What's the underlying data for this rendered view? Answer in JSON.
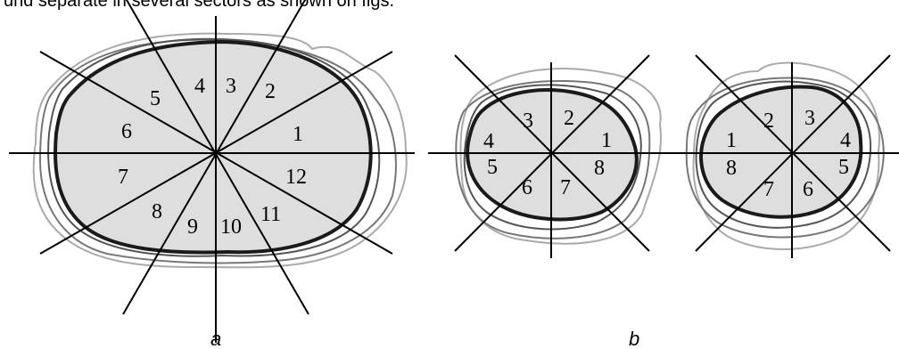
{
  "caption": "und separate in several sectors as shown on figs.",
  "figure": {
    "panel_a": {
      "label": "a",
      "sectors": [
        "1",
        "2",
        "3",
        "4",
        "5",
        "6",
        "7",
        "8",
        "9",
        "10",
        "11",
        "12"
      ]
    },
    "panel_b_left": {
      "sectors": [
        "1",
        "2",
        "3",
        "4",
        "5",
        "6",
        "7",
        "8"
      ]
    },
    "panel_b_right": {
      "sectors": [
        "1",
        "2",
        "3",
        "4",
        "5",
        "6",
        "7",
        "8"
      ]
    },
    "panel_b_label": "b"
  },
  "colors": {
    "fill": "#dedede",
    "outline_bold": "#1a1a1a",
    "outline_dark": "#555555",
    "outline_mid": "#777777",
    "outline_light": "#aaaaaa",
    "axis": "#000000"
  }
}
